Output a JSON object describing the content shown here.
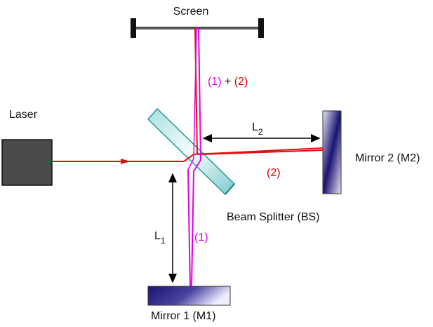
{
  "labels": {
    "screen": "Screen",
    "laser": "Laser",
    "mirror2": "Mirror 2 (M2)",
    "mirror1": "Mirror 1 (M1)",
    "beam_splitter": "Beam Splitter (BS)",
    "l1_main": "L",
    "l1_sub": "1",
    "l2_main": "L",
    "l2_sub": "2",
    "beam1": "(1)",
    "beam2": "(2)",
    "combined_1": "(1)",
    "combined_plus": " + ",
    "combined_2": "(2)"
  },
  "colors": {
    "beam_red": "#e01010",
    "beam_magenta": "#e000e0",
    "splitter": "#7fd0d0",
    "splitter_edge": "#2a9a9a",
    "mirror_dark": "#1a1470",
    "laser_body": "#4a4a4a"
  }
}
